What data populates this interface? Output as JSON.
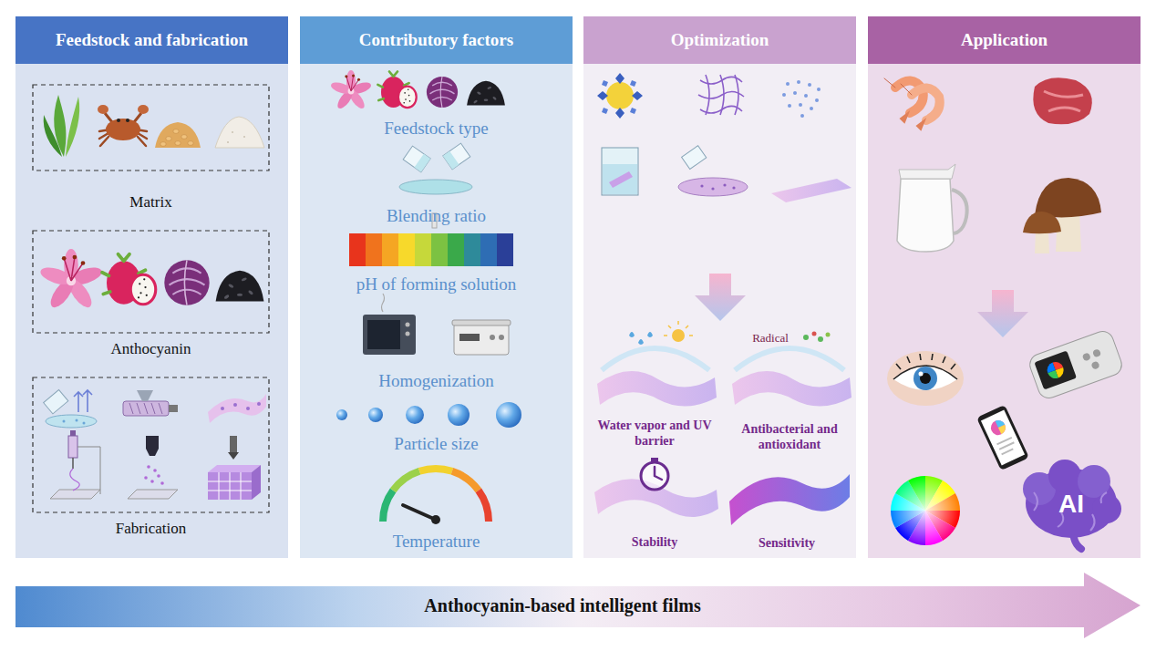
{
  "diagram": {
    "nodes": [
      {
        "text": [
          "Feedstock and fabrication"
        ]
      },
      {
        "text": [
          "Matrix"
        ],
        "in": 0
      },
      {
        "text": [
          "Anthocyanin"
        ],
        "in": 0
      },
      {
        "text": [
          "Fabrication"
        ],
        "in": 0
      },
      {
        "text": [
          "Contributory factors",
          "Feedstock type",
          "Blending ratio",
          "pH of forming solution",
          "Homogenization",
          "Particle size",
          "Temperature"
        ]
      },
      {
        "text": [
          "Optimization",
          "Water vapor and UV barrier",
          "Antibacterial and antioxidant",
          "Stability",
          "Sensitivity"
        ]
      },
      {
        "text": [
          "Application"
        ]
      },
      {
        "text": [
          "Anthocyanin-based intelligent films"
        ]
      }
    ],
    "labels": [
      "Radical",
      "AI"
    ]
  }
}
